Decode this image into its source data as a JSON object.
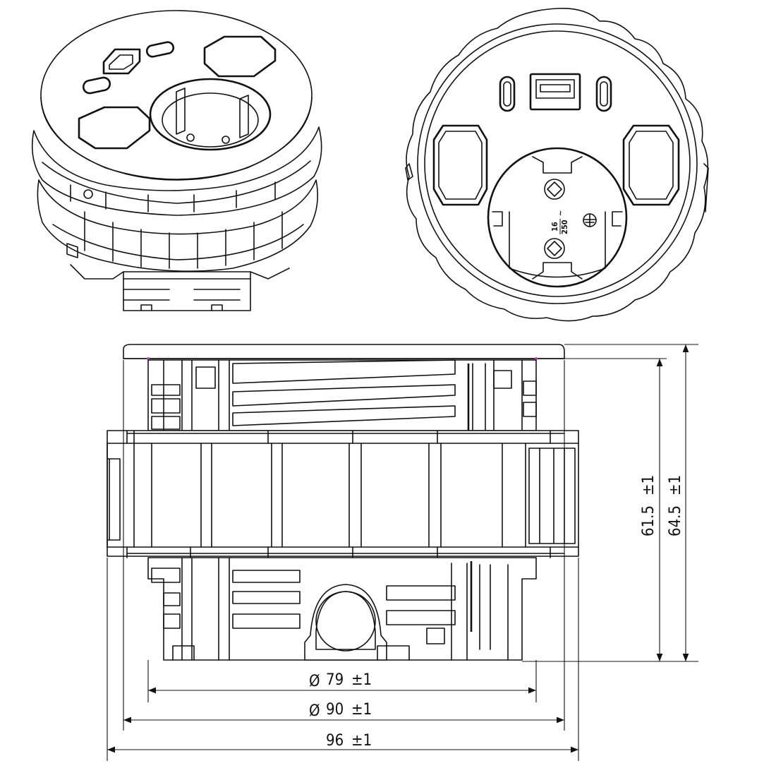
{
  "drawing": {
    "socket_rating": {
      "current": "16",
      "voltage": "250",
      "ac_symbol": "~"
    },
    "ground_symbol": "⏚",
    "dimensions": {
      "inner_diameter": {
        "symbol": "Ø",
        "value": "79",
        "tolerance": "±1"
      },
      "outer_diameter": {
        "symbol": "Ø",
        "value": "90",
        "tolerance": "±1"
      },
      "overall_width": {
        "value": "96",
        "tolerance": "±1"
      },
      "body_height": {
        "value": "61.5",
        "tolerance": "±1"
      },
      "total_height": {
        "value": "64.5",
        "tolerance": "±1"
      }
    }
  }
}
